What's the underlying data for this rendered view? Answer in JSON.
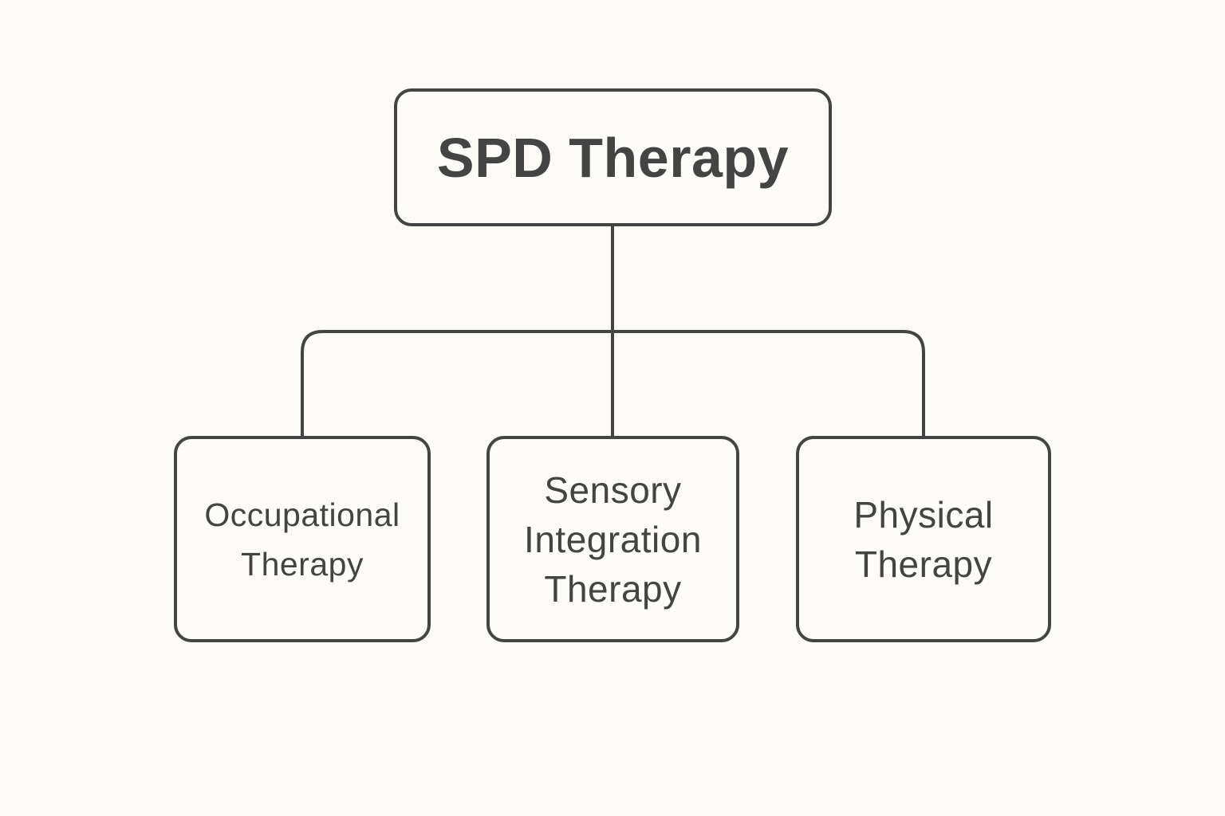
{
  "colors": {
    "background": "#fcfbf8",
    "stroke": "#444444",
    "text": "#444444"
  },
  "root": {
    "label": "SPD Therapy"
  },
  "children": [
    {
      "label": "Occupational\nTherapy"
    },
    {
      "label": "Sensory\nIntegration\nTherapy"
    },
    {
      "label": "Physical\nTherapy"
    }
  ]
}
